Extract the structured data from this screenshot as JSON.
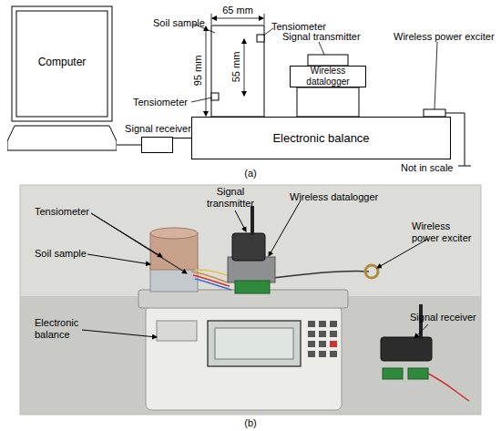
{
  "diagram": {
    "nodes": [
      {
        "text": [
          "Computer"
        ]
      },
      {
        "text": [
          "Signal receiver"
        ]
      },
      {
        "text": [
          "Electronic balance"
        ]
      },
      {
        "text": [
          "Wireless datalogger"
        ]
      }
    ],
    "edges": [
      {
        "from": 0,
        "to": 1,
        "arrow": "none"
      },
      {
        "from": 1,
        "to": 2,
        "arrow": "none"
      }
    ],
    "labels": [
      "Soil sample",
      "65 mm",
      "Tensiometer",
      "95 mm",
      "55 mm",
      "Tensiometer",
      "Signal transmitter",
      "Wireless power exciter",
      "Not in scale",
      "(a)",
      "Signal transmitter",
      "Wireless datalogger",
      "Tensiometer",
      "Soil sample",
      "Wireless power exciter",
      "Electronic balance",
      "Signal receiver",
      "(b)"
    ]
  }
}
